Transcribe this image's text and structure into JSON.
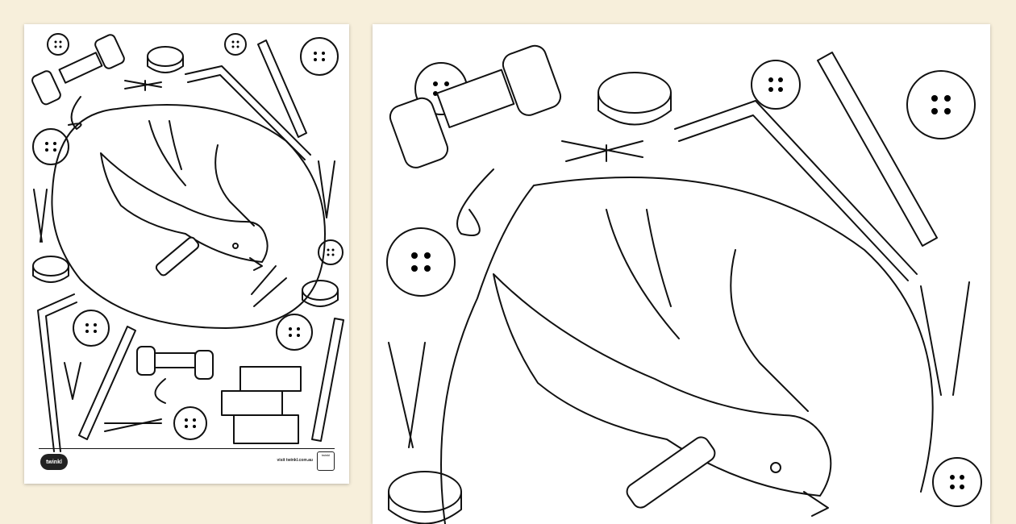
{
  "preview": {
    "left_page": {
      "footer": {
        "logo_text": "twinkl",
        "website": "visit twinkl.com.au",
        "badge_text": "twinkl"
      }
    },
    "right_page": {},
    "background_color": "#f7efdb"
  }
}
